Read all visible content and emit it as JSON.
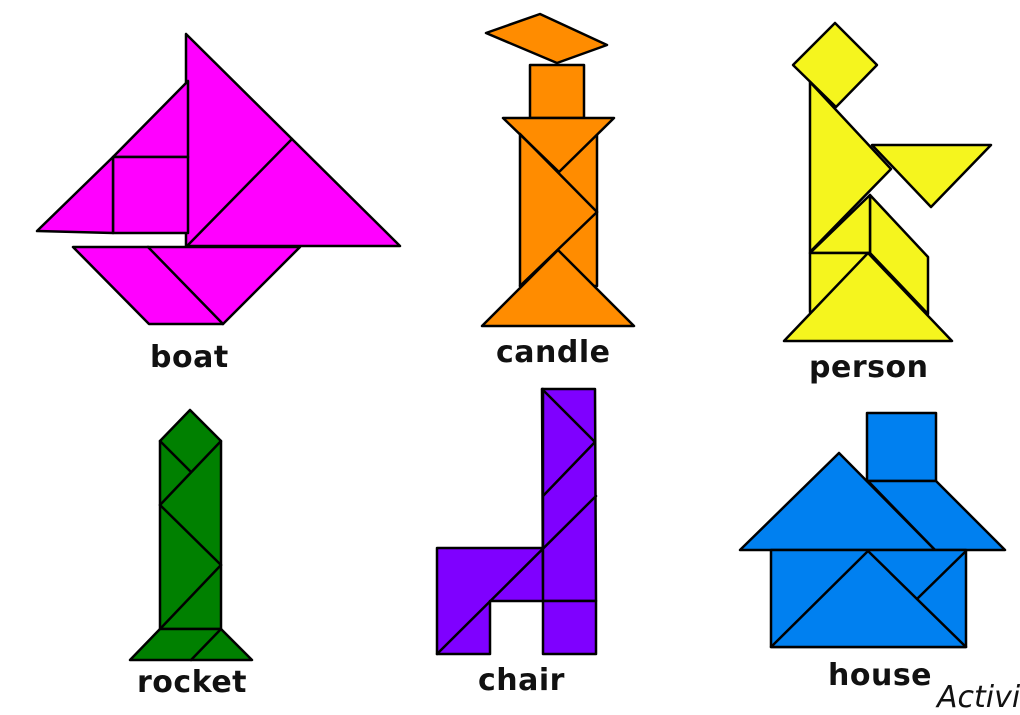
{
  "shapes": [
    {
      "id": "boat",
      "label": "boat",
      "color": "#ff00ff"
    },
    {
      "id": "candle",
      "label": "candle",
      "color": "#ff8c00"
    },
    {
      "id": "person",
      "label": "person",
      "color": "#f5f51e"
    },
    {
      "id": "rocket",
      "label": "rocket",
      "color": "#008000"
    },
    {
      "id": "chair",
      "label": "chair",
      "color": "#7f00ff"
    },
    {
      "id": "house",
      "label": "house",
      "color": "#0080f0"
    }
  ],
  "footer_text": "Activi"
}
